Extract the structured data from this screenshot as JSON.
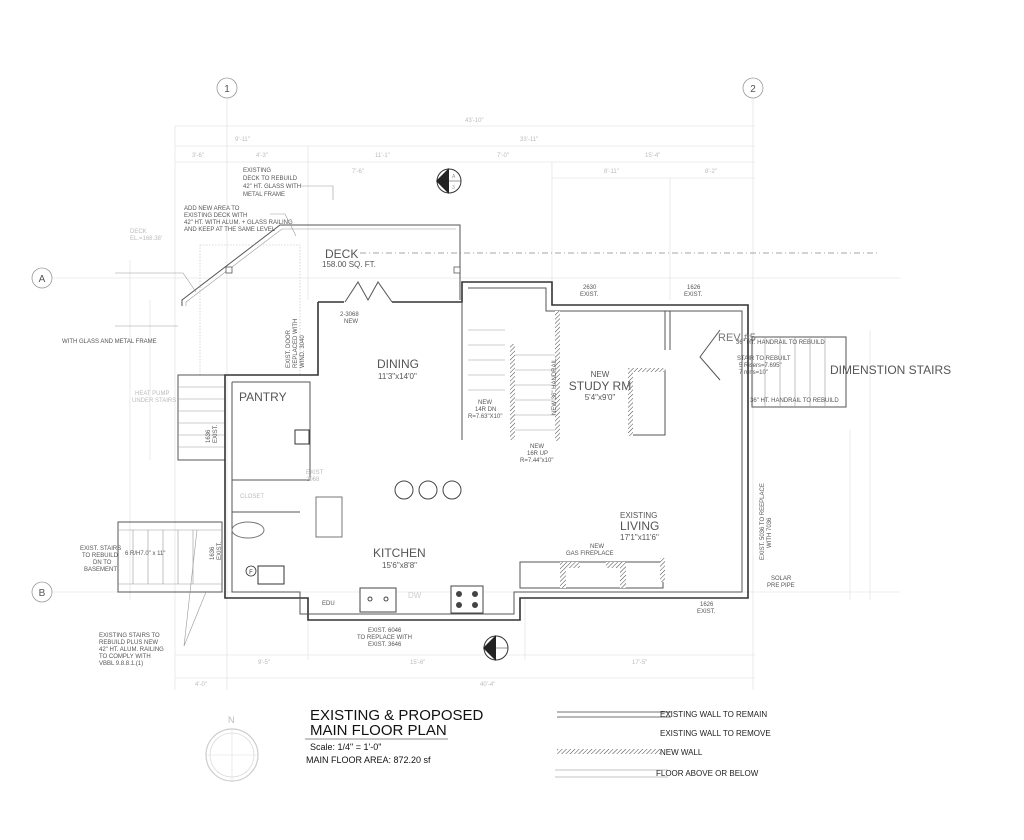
{
  "grid_bubbles": {
    "col1": "1",
    "col2": "2",
    "rowA": "A",
    "rowB": "B"
  },
  "dimensions": {
    "top_overall": "43'-10\"",
    "top_row2": [
      "9'-11\"",
      "33'-11\""
    ],
    "top_row3": [
      "3'-6\"",
      "4'-3\"",
      "11'-1\"",
      "7'-0\"",
      "15'-4\""
    ],
    "top_row4": [
      "7'-6\"",
      "8'-11\"",
      "8'-2\""
    ],
    "bottom_row1": [
      "9'-5\"",
      "15'-6\"",
      "17'-5\""
    ],
    "bottom_row2": [
      "4'-0\"",
      "40'-4\""
    ]
  },
  "rooms": {
    "deck": {
      "name": "DECK",
      "size": "158.00 SQ. FT."
    },
    "dining": {
      "name": "DINING",
      "size": "11'3\"x14'0\""
    },
    "pantry": {
      "name": "PANTRY"
    },
    "study": {
      "name1": "NEW",
      "name2": "STUDY RM",
      "size": "5'4\"x9'0\""
    },
    "kitchen": {
      "name": "KITCHEN",
      "size": "15'6\"x8'8\""
    },
    "living": {
      "name1": "EXISTING",
      "name2": "LIVING",
      "size": "17'1\"x11'6\""
    },
    "dimension_stairs": "DIMENSTION STAIRS",
    "rev": "REV #5"
  },
  "notes": {
    "deck_rebuild": [
      "EXISTING",
      "DECK TO REBUILD",
      "42\" HT. GLASS WITH",
      "METAL FRAME"
    ],
    "deck_new_area": [
      "ADD NEW AREA TO",
      "EXISTING DECK WITH",
      "42\" HT. WITH ALUM. + GLASS RAILING",
      "AND KEEP AT THE SAME LEVEL"
    ],
    "deck_el": [
      "DECK",
      "EL.=168.38'"
    ],
    "glass_frame": "WITH GLASS AND METAL FRAME",
    "heat_pump": [
      "HEAT PUMP",
      "UNDER STAIRS"
    ],
    "door_2068": [
      "2-3068",
      "NEW"
    ],
    "exist_door": [
      "EXIST. DOOR",
      "REPLACED WITH",
      "WIND. 3040"
    ],
    "win_2630": [
      "2630",
      "EXIST."
    ],
    "win_1626_top": [
      "1626",
      "EXIST."
    ],
    "stairs_dn": [
      "NEW",
      "14R DN",
      "R=7.63\"X10\""
    ],
    "stairs_up": [
      "NEW",
      "16R UP",
      "R=7.44\"x10\""
    ],
    "handrail_new": "NEW 36\" HANDRAIL",
    "handrail_top": "36\" HT. HANDRAIL TO REBUILD",
    "handrail_bottom": "36\" HT. HANDRAIL TO REBUILD",
    "stair_rebuild": [
      "STAIR TO REBUILT",
      "5 Risers=7.695\"",
      "7 runs=10\""
    ],
    "basement_stairs": [
      "EXIST. STAIRS",
      "TO REBUILD",
      "DN TO",
      "BASEMENT"
    ],
    "basement_risers": "6 R/H7.0\" x 11\"",
    "win_1636": [
      "1636",
      "EXIST."
    ],
    "win_1636_left": [
      "1636",
      "EXIST."
    ],
    "stairs_railing": [
      "EXISTING STAIRS TO",
      "REBUILD PLUS NEW",
      "42\" HT. ALUM. RAILING",
      "TO COMPLY WITH",
      "VBBL 9.8.8.1.(1)"
    ],
    "closet": "CLOSET",
    "exist_2068": [
      "EXIST",
      "2068"
    ],
    "edu": "EDU",
    "dw": "DW",
    "fixture_f": "F",
    "win_6046": [
      "EXIST. 6046",
      "TO REPLACE WITH",
      "EXIST. 3646"
    ],
    "fireplace": [
      "NEW",
      "GAS FIREPLACE"
    ],
    "win_1626_bottom": [
      "1626",
      "EXIST."
    ],
    "win_5036": [
      "EXIST. 5036 TO REEPLACE",
      "WITH 7036"
    ],
    "solar": [
      "SOLAR",
      "PRE PIPE"
    ],
    "section_mark": [
      "A",
      "3"
    ]
  },
  "title_block": {
    "title1": "EXISTING & PROPOSED",
    "title2": "MAIN FLOOR PLAN",
    "scale": "Scale: 1/4\" = 1'-0\"",
    "area": "MAIN FLOOR AREA: 872.20 sf",
    "north": "N"
  },
  "legend": [
    {
      "label": "EXISTING WALL TO REMAIN"
    },
    {
      "label": "EXISTING WALL TO REMOVE"
    },
    {
      "label": "NEW WALL"
    },
    {
      "label": "FLOOR ABOVE OR BELOW"
    }
  ]
}
